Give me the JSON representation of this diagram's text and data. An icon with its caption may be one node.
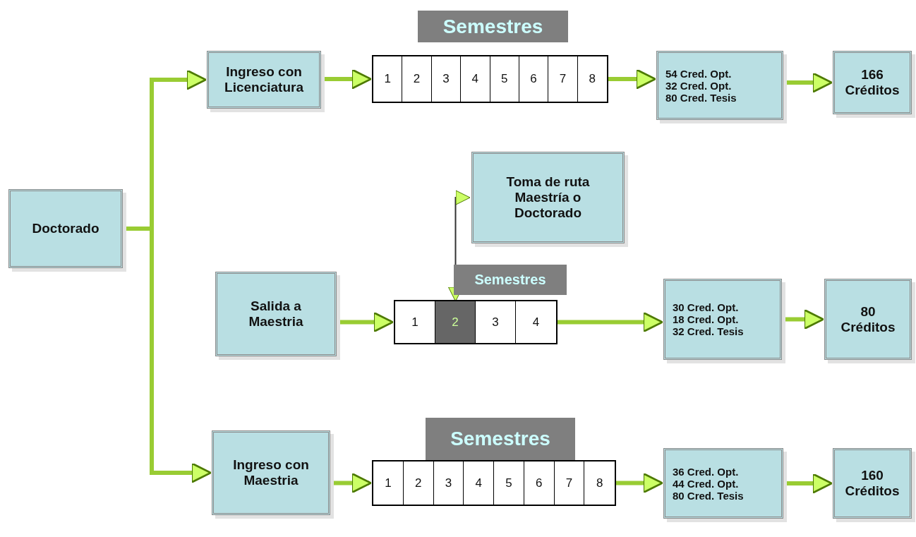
{
  "diagram": {
    "nodes": [
      {
        "text": [
          "Doctorado"
        ]
      },
      {
        "text": [
          "Ingreso con Licenciatura"
        ]
      },
      {
        "text": [
          "Semestres"
        ]
      },
      {
        "text": [],
        "shape": "box"
      },
      {
        "text": [
          "1"
        ],
        "in": 3
      },
      {
        "text": [
          "2"
        ],
        "in": 3
      },
      {
        "text": [
          "3"
        ],
        "in": 3
      },
      {
        "text": [
          "4"
        ],
        "in": 3
      },
      {
        "text": [
          "5"
        ],
        "in": 3
      },
      {
        "text": [
          "6"
        ],
        "in": 3
      },
      {
        "text": [
          "7"
        ],
        "in": 3
      },
      {
        "text": [
          "8"
        ],
        "in": 3
      },
      {
        "text": [
          "54 Cred. Opt.",
          "32 Cred. Opt.",
          "80 Cred. Tesis"
        ]
      },
      {
        "text": [
          "166 Créditos"
        ]
      },
      {
        "text": [
          "Toma de ruta Maestría o Doctorado"
        ]
      },
      {
        "text": [
          "Semestres"
        ]
      },
      {
        "text": [
          "Salida a Maestria"
        ]
      },
      {
        "text": [],
        "shape": "box"
      },
      {
        "text": [
          "1"
        ],
        "in": 17
      },
      {
        "text": [
          "2"
        ],
        "in": 17
      },
      {
        "text": [
          "3"
        ],
        "in": 17
      },
      {
        "text": [
          "4"
        ],
        "in": 17
      },
      {
        "text": [
          "30 Cred. Opt.",
          "18 Cred. Opt.",
          "32 Cred. Tesis"
        ]
      },
      {
        "text": [
          "80 Créditos"
        ]
      },
      {
        "text": [
          "Semestres"
        ]
      },
      {
        "text": [
          "Ingreso con Maestria"
        ]
      },
      {
        "text": [],
        "shape": "box"
      },
      {
        "text": [
          "1"
        ],
        "in": 26
      },
      {
        "text": [
          "2"
        ],
        "in": 26
      },
      {
        "text": [
          "3"
        ],
        "in": 26
      },
      {
        "text": [
          "4"
        ],
        "in": 26
      },
      {
        "text": [
          "5"
        ],
        "in": 26
      },
      {
        "text": [
          "6"
        ],
        "in": 26
      },
      {
        "text": [
          "7"
        ],
        "in": 26
      },
      {
        "text": [
          "8"
        ],
        "in": 26
      },
      {
        "text": [
          "36 Cred. Opt.",
          "44 Cred. Opt.",
          "80 Cred. Tesis"
        ]
      },
      {
        "text": [
          "160 Créditos"
        ]
      }
    ],
    "edges": [
      {
        "from": 0,
        "to": 1,
        "arrow": "to"
      },
      {
        "from": 0,
        "to": 25,
        "arrow": "to"
      },
      {
        "from": 1,
        "to": 3,
        "arrow": "to"
      },
      {
        "from": 3,
        "to": 12,
        "arrow": "to"
      },
      {
        "from": 12,
        "to": 13,
        "arrow": "to"
      },
      {
        "from": 19,
        "to": 14,
        "arrow": "both",
        "color": "#333333"
      },
      {
        "from": 16,
        "to": 17,
        "arrow": "to"
      },
      {
        "from": 17,
        "to": 22,
        "arrow": "to"
      },
      {
        "from": 22,
        "to": 23,
        "arrow": "to"
      },
      {
        "from": 25,
        "to": 26,
        "arrow": "to"
      },
      {
        "from": 26,
        "to": 35,
        "arrow": "to"
      },
      {
        "from": 35,
        "to": 36,
        "arrow": "to"
      }
    ]
  }
}
